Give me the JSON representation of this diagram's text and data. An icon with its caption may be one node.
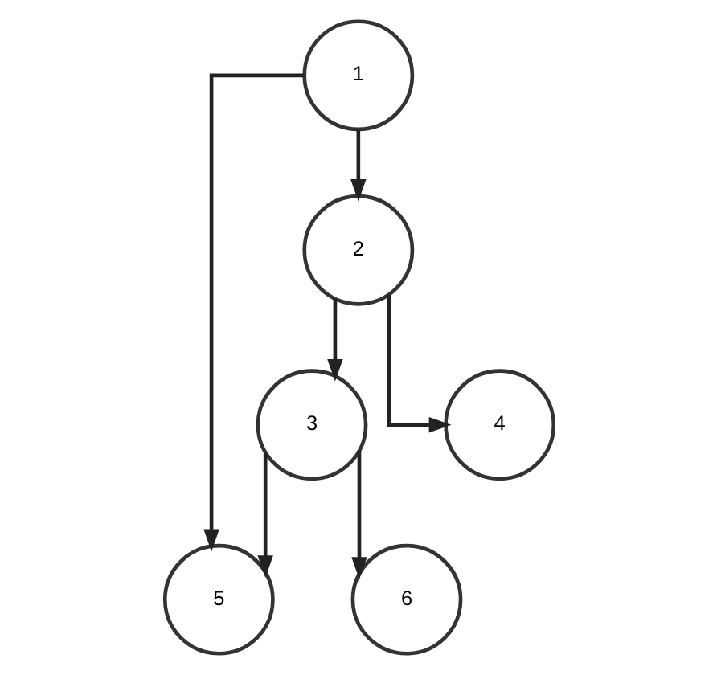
{
  "diagram": {
    "nodes": [
      {
        "text": [
          "1"
        ]
      },
      {
        "text": [
          "2"
        ]
      },
      {
        "text": [
          "3"
        ]
      },
      {
        "text": [
          "4"
        ]
      },
      {
        "text": [
          "5"
        ]
      },
      {
        "text": [
          "6"
        ]
      }
    ],
    "edges": [
      {
        "from": 0,
        "to": 1,
        "arrow": "to"
      },
      {
        "from": 1,
        "to": 2,
        "arrow": "to"
      },
      {
        "from": 1,
        "to": 3,
        "arrow": "to"
      },
      {
        "from": 2,
        "to": 4,
        "arrow": "to"
      },
      {
        "from": 2,
        "to": 5,
        "arrow": "to"
      },
      {
        "from": 0,
        "to": 4,
        "arrow": "to"
      }
    ]
  }
}
